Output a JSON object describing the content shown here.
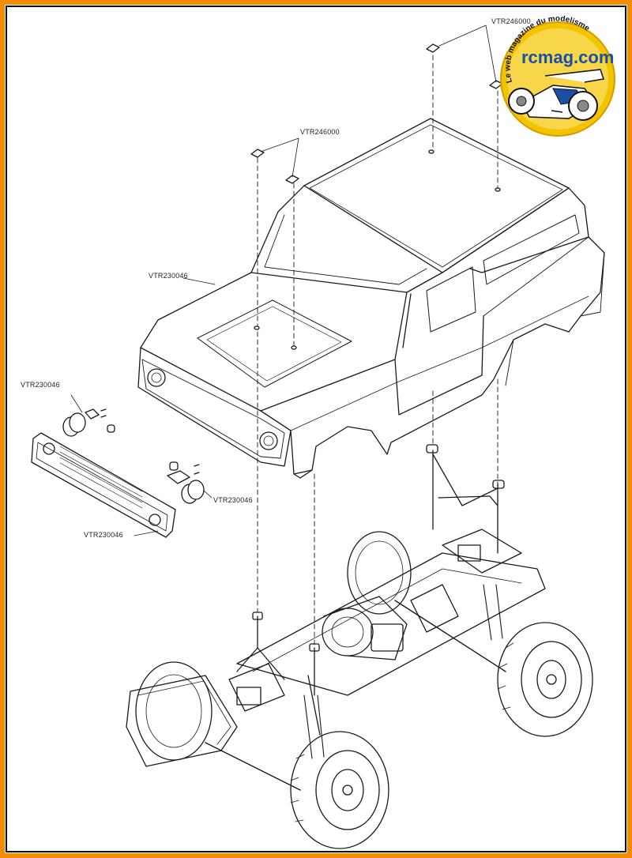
{
  "colors": {
    "frame": "#f28c00",
    "frame_inner": "#111111",
    "line": "#1a1a1a",
    "logo_blue": "#1a4fa8",
    "logo_yellow": "#f2c400"
  },
  "labels": {
    "roof_clip_right": "VTR246000",
    "roof_clip_left": "VTR246000",
    "body": "VTR230046",
    "headlight_left": "VTR230046",
    "headlight_right": "VTR230046",
    "grille": "VTR230046"
  },
  "logo": {
    "name": "rcmag.com",
    "tagline": "Le web magazine du modelisme"
  }
}
